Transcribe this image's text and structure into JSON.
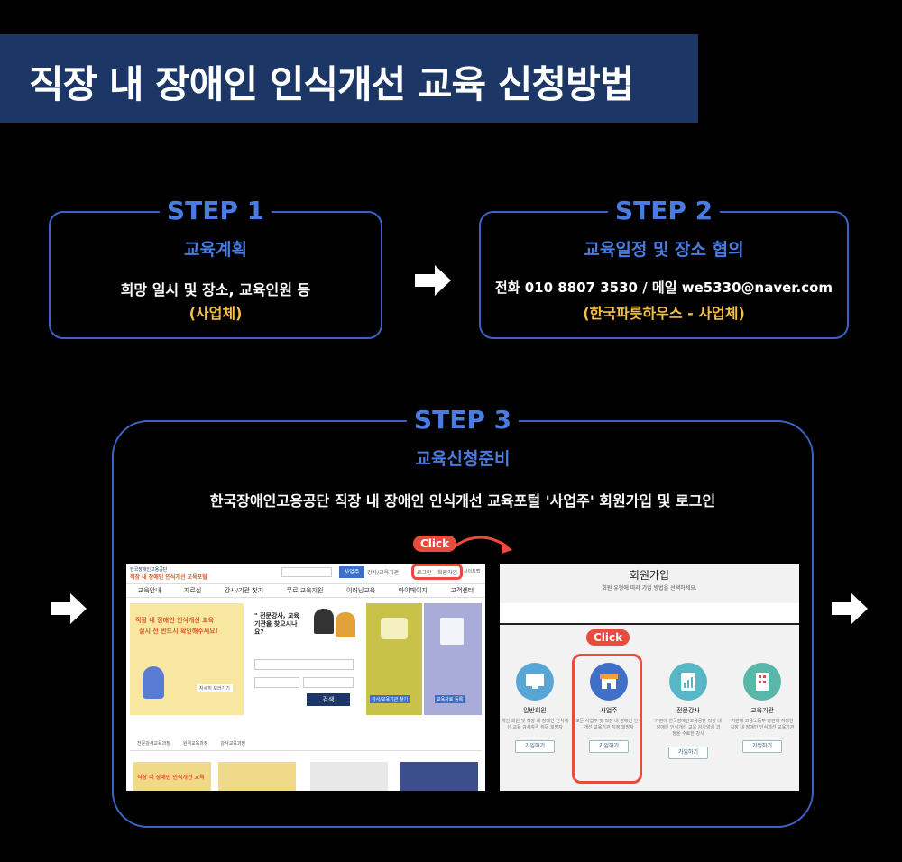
{
  "page": {
    "title": "직장 내 장애인 인식개선 교육 신청방법"
  },
  "steps": [
    {
      "label": "STEP 1",
      "subtitle": "교육계획",
      "text": "희망 일시 및 장소, 교육인원 등",
      "note": "(사업체)"
    },
    {
      "label": "STEP 2",
      "subtitle": "교육일정 및 장소 협의",
      "text": "전화 010 8807 3530 / 메일 we5330@naver.com",
      "note": "(한국파릇하우스 - 사업체)"
    },
    {
      "label": "STEP 3",
      "subtitle": "교육신청준비",
      "text": "한국장애인고용공단 직장 내 장애인 인식개선 교육포털  '사업주' 회원가입 및  로그인"
    }
  ],
  "click_badge": "Click",
  "portal": {
    "logo_line1": "한국장애인고용공단",
    "logo_line2": "직장 내 장애인 인식개선 교육포털",
    "top_links": [
      "사업주",
      "강사/교육기관",
      "로그인",
      "회원가입",
      "사이트맵"
    ],
    "nav": [
      "교육안내",
      "자료실",
      "강사/기관 찾기",
      "무료 교육지원",
      "이러닝교육",
      "마이페이지",
      "고객센터"
    ],
    "hero_title_1": "직장 내 장애인 인식개선 교육",
    "hero_title_2": "실시 전 반드시 확인해주세요!",
    "hero_button": "자세히 보러가기",
    "search_heading": "\" 전문강사, 교육기관을 찾으시나요?",
    "search_button": "검색",
    "tabs": [
      "전문강사교육과정",
      "원격교육과정",
      "강사교육과정"
    ],
    "card1": "강사/교육기관 찾기",
    "card2": "교육자료 등록",
    "card_promo": "직장 내 장애인 인식개선 교육"
  },
  "signup": {
    "title": "회원가입",
    "subtitle": "회원 유형에 따라 가입 방법을 선택하세요.",
    "types": [
      {
        "name": "일반회원",
        "desc": "개인 회원 및 직장 내 장애인 인식개선 교육 강사자격 취득 희망자",
        "button": "가입하기",
        "color": "#58a6d6"
      },
      {
        "name": "사업주",
        "desc": "모든 사업주 및 직장 내 장애인 인식개선 교육기관 지정 희망자",
        "button": "가입하기",
        "color": "#3f6fc6"
      },
      {
        "name": "전문강사",
        "desc": "기관에 한국장애인고용공단 직장 내 장애인 인식개선 교육 강사양성 과정을 수료한 강사",
        "button": "가입하기",
        "color": "#58b7c7"
      },
      {
        "name": "교육기관",
        "desc": "기관에 고용노동부 장관이 지정한 직장 내 장애인 인식개선 교육기관",
        "button": "가입하기",
        "color": "#58b7a8"
      }
    ]
  },
  "colors": {
    "banner": "#1c3766",
    "accent_blue": "#4a7be0",
    "note_yellow": "#f5c043",
    "click_red": "#e94b3c"
  }
}
